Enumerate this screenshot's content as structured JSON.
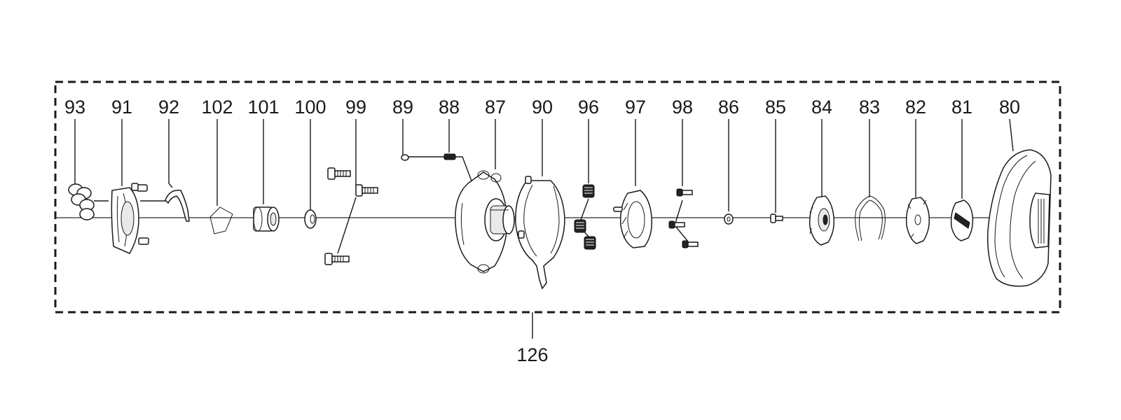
{
  "diagram": {
    "parts": [
      {
        "id": "p93",
        "label": "93"
      },
      {
        "id": "p91",
        "label": "91"
      },
      {
        "id": "p92",
        "label": "92"
      },
      {
        "id": "p102",
        "label": "102"
      },
      {
        "id": "p101",
        "label": "101"
      },
      {
        "id": "p100",
        "label": "100"
      },
      {
        "id": "p99",
        "label": "99"
      },
      {
        "id": "p89",
        "label": "89"
      },
      {
        "id": "p88",
        "label": "88"
      },
      {
        "id": "p87",
        "label": "87"
      },
      {
        "id": "p90",
        "label": "90"
      },
      {
        "id": "p96",
        "label": "96"
      },
      {
        "id": "p97",
        "label": "97"
      },
      {
        "id": "p98",
        "label": "98"
      },
      {
        "id": "p86",
        "label": "86"
      },
      {
        "id": "p85",
        "label": "85"
      },
      {
        "id": "p84",
        "label": "84"
      },
      {
        "id": "p83",
        "label": "83"
      },
      {
        "id": "p82",
        "label": "82"
      },
      {
        "id": "p81",
        "label": "81"
      },
      {
        "id": "p80",
        "label": "80"
      }
    ],
    "assembly": {
      "label": "126"
    }
  }
}
